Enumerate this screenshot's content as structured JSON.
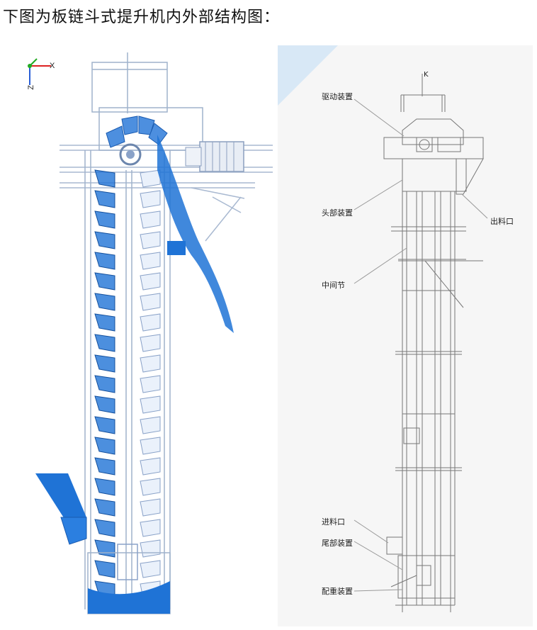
{
  "heading": "下图为板链斗式提升机内外部结构图：",
  "left_diagram": {
    "axis_x": "X",
    "axis_z": "Z",
    "colors": {
      "bucket": "#1f73d6",
      "frame": "#9fb2cc",
      "material": "#1f73d6"
    }
  },
  "right_diagram": {
    "top_marker": "K",
    "labels": {
      "drive": "驱动装置",
      "head": "头部装置",
      "outlet": "出料口",
      "middle": "中间节",
      "inlet": "进料口",
      "tail": "尾部装置",
      "counterweight": "配重装置"
    },
    "colors": {
      "line": "#7b7b7b",
      "background": "#f6f6f6",
      "corner": "#d8e8f6"
    }
  }
}
